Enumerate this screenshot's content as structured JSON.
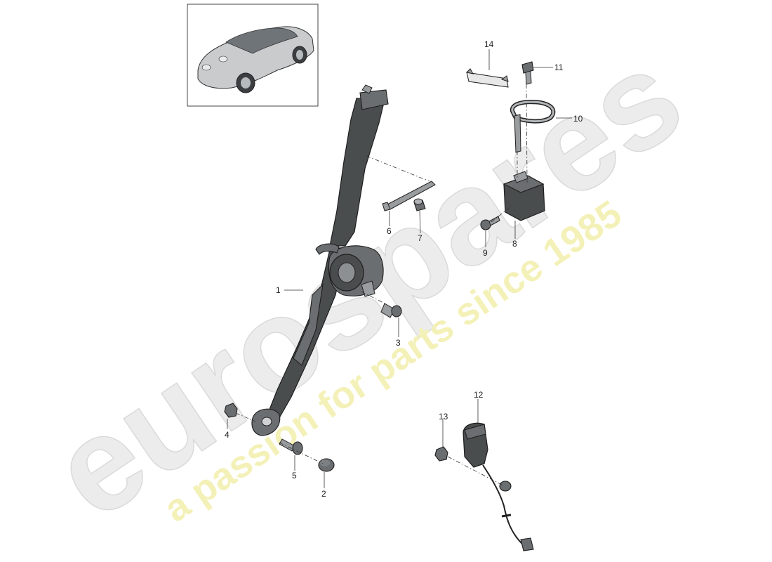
{
  "watermark": {
    "brand": "eurospares",
    "tagline": "a passion for parts since 1985",
    "brand_color": "#e6e6e6",
    "tagline_color": "#f3f0b0"
  },
  "thumbnail": {
    "icon": "car-icon"
  },
  "callouts": [
    {
      "id": "1",
      "label": "1"
    },
    {
      "id": "2",
      "label": "2"
    },
    {
      "id": "3",
      "label": "3"
    },
    {
      "id": "4",
      "label": "4"
    },
    {
      "id": "5",
      "label": "5"
    },
    {
      "id": "6",
      "label": "6"
    },
    {
      "id": "7",
      "label": "7"
    },
    {
      "id": "8",
      "label": "8"
    },
    {
      "id": "9",
      "label": "9"
    },
    {
      "id": "10",
      "label": "10"
    },
    {
      "id": "11",
      "label": "11"
    },
    {
      "id": "12",
      "label": "12"
    },
    {
      "id": "13",
      "label": "13"
    },
    {
      "id": "14",
      "label": "14"
    }
  ]
}
